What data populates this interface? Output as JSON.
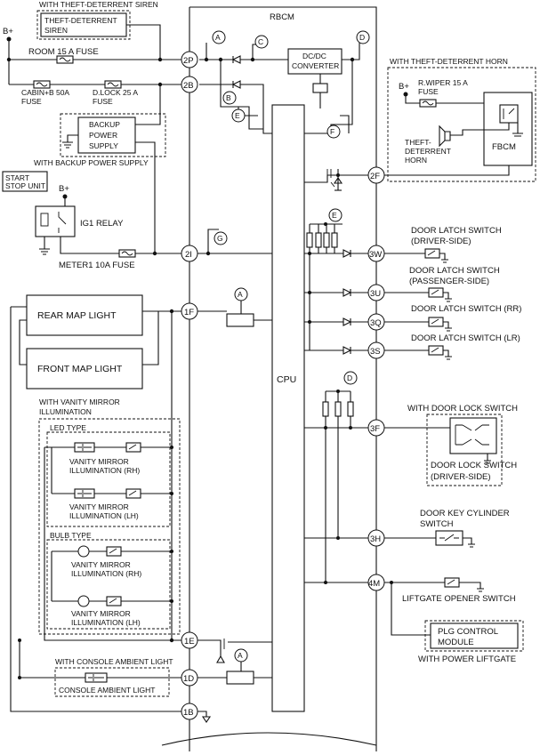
{
  "labels": {
    "theft_deterrent_siren_header": "WITH THEFT-DETERRENT SIREN",
    "theft_deterrent_siren": [
      "THEFT-DETERRENT",
      "SIREN"
    ],
    "bplus": "B+",
    "room_fuse": "ROOM 15 A FUSE",
    "cabin_fuse": [
      "CABIN+B 50A",
      "FUSE"
    ],
    "dlock_fuse": [
      "D.LOCK 25 A",
      "FUSE"
    ],
    "backup_power": [
      "BACKUP",
      "POWER",
      "SUPPLY"
    ],
    "backup_header": "WITH BACKUP POWER SUPPLY",
    "start_stop": [
      "START",
      "STOP UNIT"
    ],
    "ig1_relay": "IG1 RELAY",
    "meter_fuse": "METER1 10A FUSE",
    "rear_map": "REAR MAP LIGHT",
    "front_map": "FRONT MAP LIGHT",
    "vanity_header": [
      "WITH VANITY MIRROR",
      "ILLUMINATION"
    ],
    "led_type": "LED TYPE",
    "bulb_type": "BULB TYPE",
    "vanity_rh": [
      "VANITY MIRROR",
      "ILLUMINATION (RH)"
    ],
    "vanity_lh": [
      "VANITY MIRROR",
      "ILLUMINATION (LH)"
    ],
    "console_header": "WITH CONSOLE AMBIENT LIGHT",
    "console_light": "CONSOLE AMBIENT LIGHT",
    "rbcm": "RBCM",
    "dcdc": [
      "DC/DC",
      "CONVERTER"
    ],
    "cpu": "CPU",
    "horn_header": "WITH THEFT-DETERRENT HORN",
    "rwiper_fuse": [
      "R.WIPER 15 A",
      "FUSE"
    ],
    "theft_horn": [
      "THEFT-",
      "DETERRENT",
      "HORN"
    ],
    "fbcm": "FBCM",
    "door_latch_driver": [
      "DOOR LATCH SWITCH",
      "(DRIVER-SIDE)"
    ],
    "door_latch_passenger": [
      "DOOR LATCH SWITCH",
      "(PASSENGER-SIDE)"
    ],
    "door_latch_rr": "DOOR LATCH SWITCH (RR)",
    "door_latch_lr": "DOOR LATCH SWITCH (LR)",
    "door_lock_header": "WITH DOOR LOCK SWITCH",
    "door_lock_switch": [
      "DOOR LOCK SWITCH",
      "(DRIVER-SIDE)"
    ],
    "door_key_cyl": [
      "DOOR KEY CYLINDER",
      "SWITCH"
    ],
    "liftgate_opener": "LIFTGATE OPENER SWITCH",
    "plg_module": [
      "PLG CONTROL",
      "MODULE"
    ],
    "power_liftgate": "WITH POWER LIFTGATE"
  },
  "connectors": {
    "c2P": "2P",
    "c2B": "2B",
    "c2I": "2I",
    "c1F": "1F",
    "c1E": "1E",
    "c1D": "1D",
    "c1B": "1B",
    "c2F": "2F",
    "c3W": "3W",
    "c3U": "3U",
    "c3Q": "3Q",
    "c3S": "3S",
    "c3F": "3F",
    "c3H": "3H",
    "c4M": "4M"
  },
  "markers": {
    "A": "A",
    "B": "B",
    "C": "C",
    "D": "D",
    "E": "E",
    "F": "F",
    "G": "G"
  }
}
